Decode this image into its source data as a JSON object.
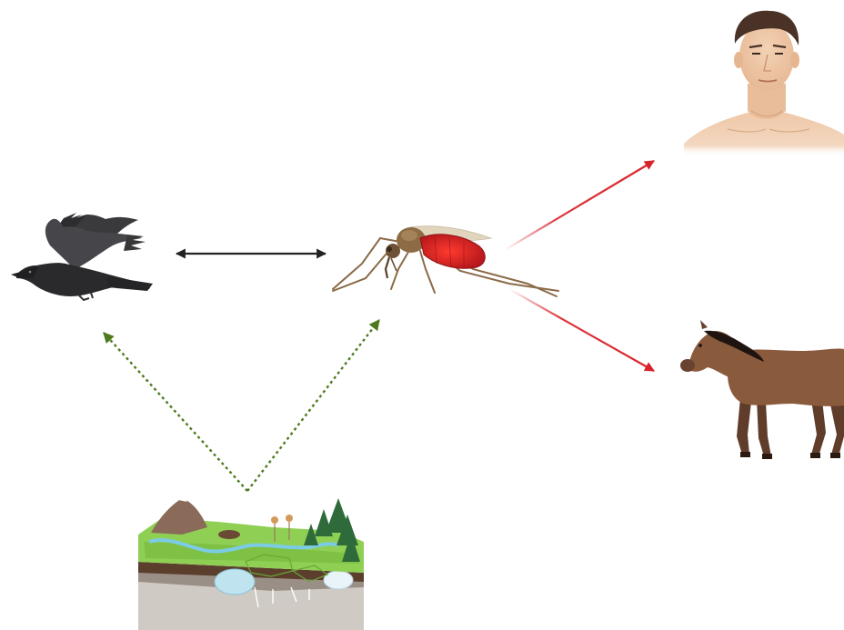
{
  "diagram": {
    "nodes": [
      {
        "id": "bird",
        "icon": "crow-icon"
      },
      {
        "id": "mosquito",
        "icon": "mosquito-icon"
      },
      {
        "id": "human",
        "icon": "human-icon"
      },
      {
        "id": "horse",
        "icon": "horse-icon"
      },
      {
        "id": "environment",
        "icon": "landscape-icon"
      }
    ],
    "edges": [
      {
        "from": "bird",
        "to": "mosquito",
        "style": "solid",
        "direction": "both",
        "color": "#222222"
      },
      {
        "from": "mosquito",
        "to": "human",
        "style": "solid",
        "direction": "forward",
        "color": "#d8232a"
      },
      {
        "from": "mosquito",
        "to": "horse",
        "style": "solid",
        "direction": "forward",
        "color": "#d8232a"
      },
      {
        "from": "environment",
        "to": "bird",
        "style": "dotted",
        "direction": "forward",
        "color": "#4e7a1e"
      },
      {
        "from": "environment",
        "to": "mosquito",
        "style": "dotted",
        "direction": "forward",
        "color": "#4e7a1e"
      }
    ]
  }
}
